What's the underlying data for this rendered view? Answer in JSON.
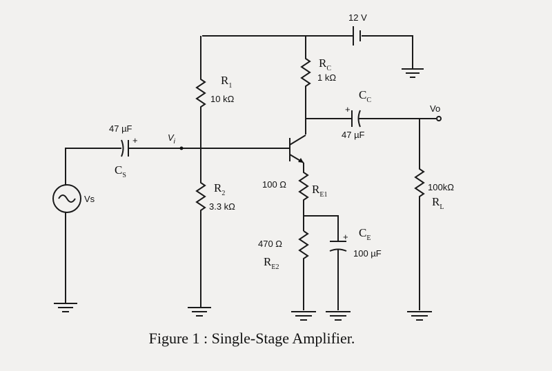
{
  "supply": {
    "label": "12 V"
  },
  "components": {
    "rc": {
      "name": "R",
      "sub": "C",
      "value": "1 kΩ"
    },
    "r1": {
      "name": "R",
      "sub": "1",
      "value": "10 kΩ"
    },
    "r2": {
      "name": "R",
      "sub": "2",
      "value": "3.3 kΩ"
    },
    "re1": {
      "name": "R",
      "sub": "E1",
      "value": "100 Ω"
    },
    "re2": {
      "name": "R",
      "sub": "E2",
      "value": "470 Ω"
    },
    "rl": {
      "name": "R",
      "sub": "L",
      "value": "100kΩ"
    },
    "cs": {
      "name": "C",
      "sub": "S",
      "value": "47 µF",
      "polarity": "+"
    },
    "cc": {
      "name": "C",
      "sub": "C",
      "value": "47 µF",
      "polarity": "+"
    },
    "ce": {
      "name": "C",
      "sub": "E",
      "value": "100 µF",
      "polarity": "+"
    },
    "vs": {
      "label": "Vs"
    }
  },
  "nodes": {
    "vi": "V",
    "vi_sub": "i",
    "vo": "Vo"
  },
  "caption": "Figure 1 : Single-Stage Amplifier."
}
